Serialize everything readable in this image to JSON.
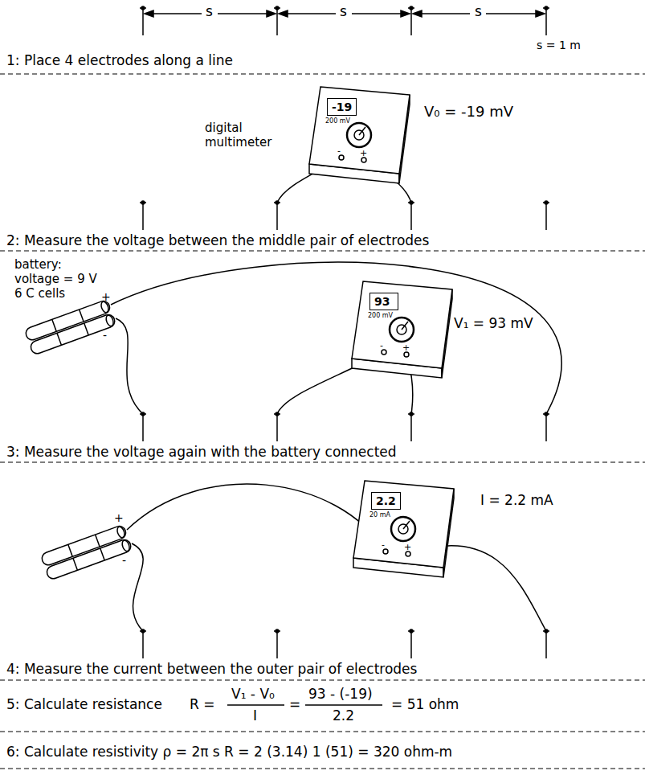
{
  "diagram": {
    "nodes": [
      {
        "text": [
          "-19"
        ]
      },
      {
        "text": [
          "93"
        ]
      },
      {
        "text": [
          "2.2"
        ]
      }
    ],
    "labels": [
      "s",
      "s",
      "s",
      "s = 1 m",
      "1: Place 4 electrodes along a line",
      "digital multimeter",
      "V₀ = -19 mV",
      "200 mV",
      "-",
      "+",
      "2: Measure the voltage between the middle pair of electrodes",
      "battery:",
      "voltage = 9 V",
      "6 C cells",
      "+",
      "-",
      "200 mV",
      "-",
      "+",
      "V₁ = 93 mV",
      "3: Measure the voltage again with the battery connected",
      "+",
      "-",
      "20 mA",
      "-",
      "+",
      "I = 2.2 mA",
      "4: Measure the current between the outer pair of electrodes",
      "5: Calculate resistance",
      "R =",
      "V₁ - V₀",
      "I",
      "=",
      "93 - (-19)",
      "2.2",
      "= 51 ohm",
      "6: Calculate resistivity ρ = 2π s R = 2 (3.14) 1 (51) = 320 ohm-m"
    ]
  }
}
